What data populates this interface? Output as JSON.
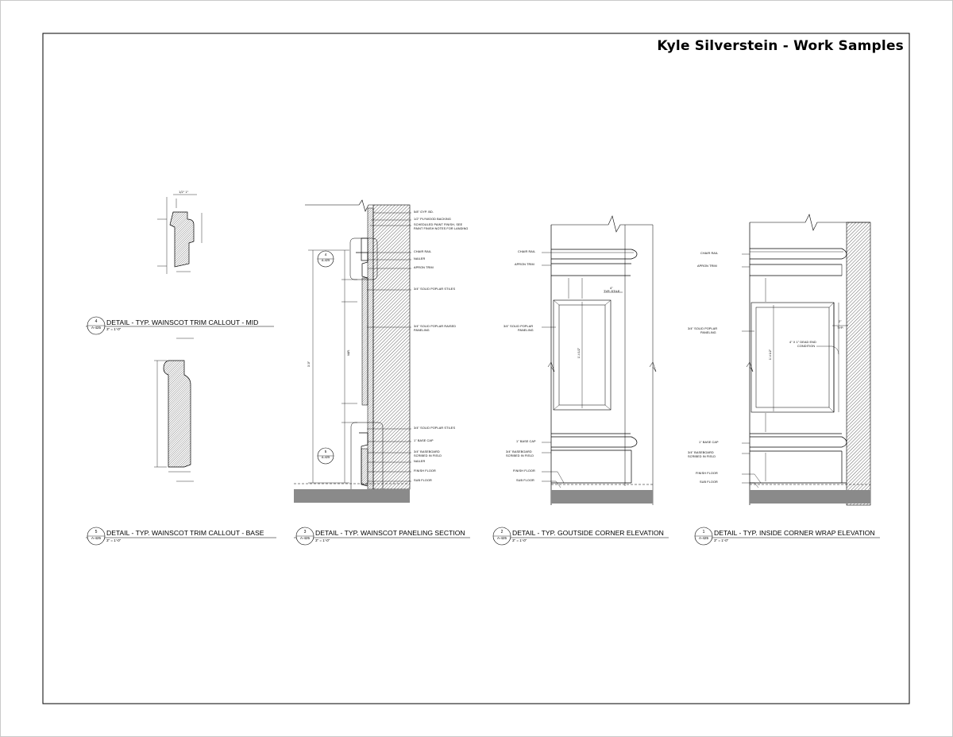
{
  "sheet": {
    "title": "Kyle Silverstein - Work Samples"
  },
  "details": [
    {
      "num": "4",
      "sheet": "A-425",
      "title": "DETAIL - TYP. WAINSCOT TRIM CALLOUT - MID",
      "scale": "3\" = 1'-0\""
    },
    {
      "num": "5",
      "sheet": "A-425",
      "title": "DETAIL - TYP. WAINSCOT TRIM CALLOUT - BASE",
      "scale": "3\" = 1'-0\""
    },
    {
      "num": "3",
      "sheet": "A-425",
      "title": "DETAIL - TYP. WAINSCOT PANELING SECTION",
      "scale": "3\" = 1'-0\""
    },
    {
      "num": "2",
      "sheet": "A-425",
      "title": "DETAIL - TYP. GOUTSIDE CORNER ELEVATION",
      "scale": "3\" = 1'-0\""
    },
    {
      "num": "1",
      "sheet": "A-425",
      "title": "DETAIL - TYP. INSIDE CORNER WRAP ELEVATION",
      "scale": "3\" = 1'-0\""
    }
  ],
  "section_notes": [
    "5/8\" GYP. BD.",
    "1/2\" PLYWOOD BACKING",
    "SCHEDULED PAINT FINISH, SEE",
    "PAINT FINISH NOTES FOR LANDING",
    "CHAIR RAIL",
    "NAILER",
    "APRON TRIM",
    "3/4\" SOLID POPLAR STILES",
    "3/4\" SOLID POPLAR RAISED",
    "PANELING",
    "3/4\" SOLID POPLAR STILES",
    "1\" BASE CAP",
    "3/4\" BASEBOARD",
    "SCRIBED IN FIELD",
    "NAILER",
    "FINISH FLOOR",
    "SUB FLOOR"
  ],
  "outside_notes": [
    "CHAIR RAIL",
    "APRON TRIM",
    "3/4\" SOLID POPLAR",
    "PANELING",
    "1\" BASE CAP",
    "3/4\" BASEBOARD",
    "SCRIBED IN FIELD",
    "FINISH FLOOR",
    "SUB FLOOR",
    "4\"",
    "TYP. STILE"
  ],
  "inside_notes": [
    "CHAIR RAIL",
    "APRON TRIM",
    "3/4\" SOLID POPLAR",
    "PANELING",
    "4\" X 1\" DEAD END",
    "CONDITION",
    "1\" BASE CAP",
    "3/4\" BASEBOARD",
    "SCRIBED IN FIELD",
    "FINISH FLOOR",
    "SUB FLOOR",
    "2\"",
    "TYP."
  ],
  "section_bubbles": [
    {
      "num": "4",
      "sheet": "A-425"
    },
    {
      "num": "5",
      "sheet": "A-425"
    }
  ],
  "dims": {
    "section_overall": "3'-0\"",
    "section_panel": "VAR.",
    "outside_panel": "1'-4 1/2\"",
    "inside_panel": "1'-4 1/2\""
  }
}
